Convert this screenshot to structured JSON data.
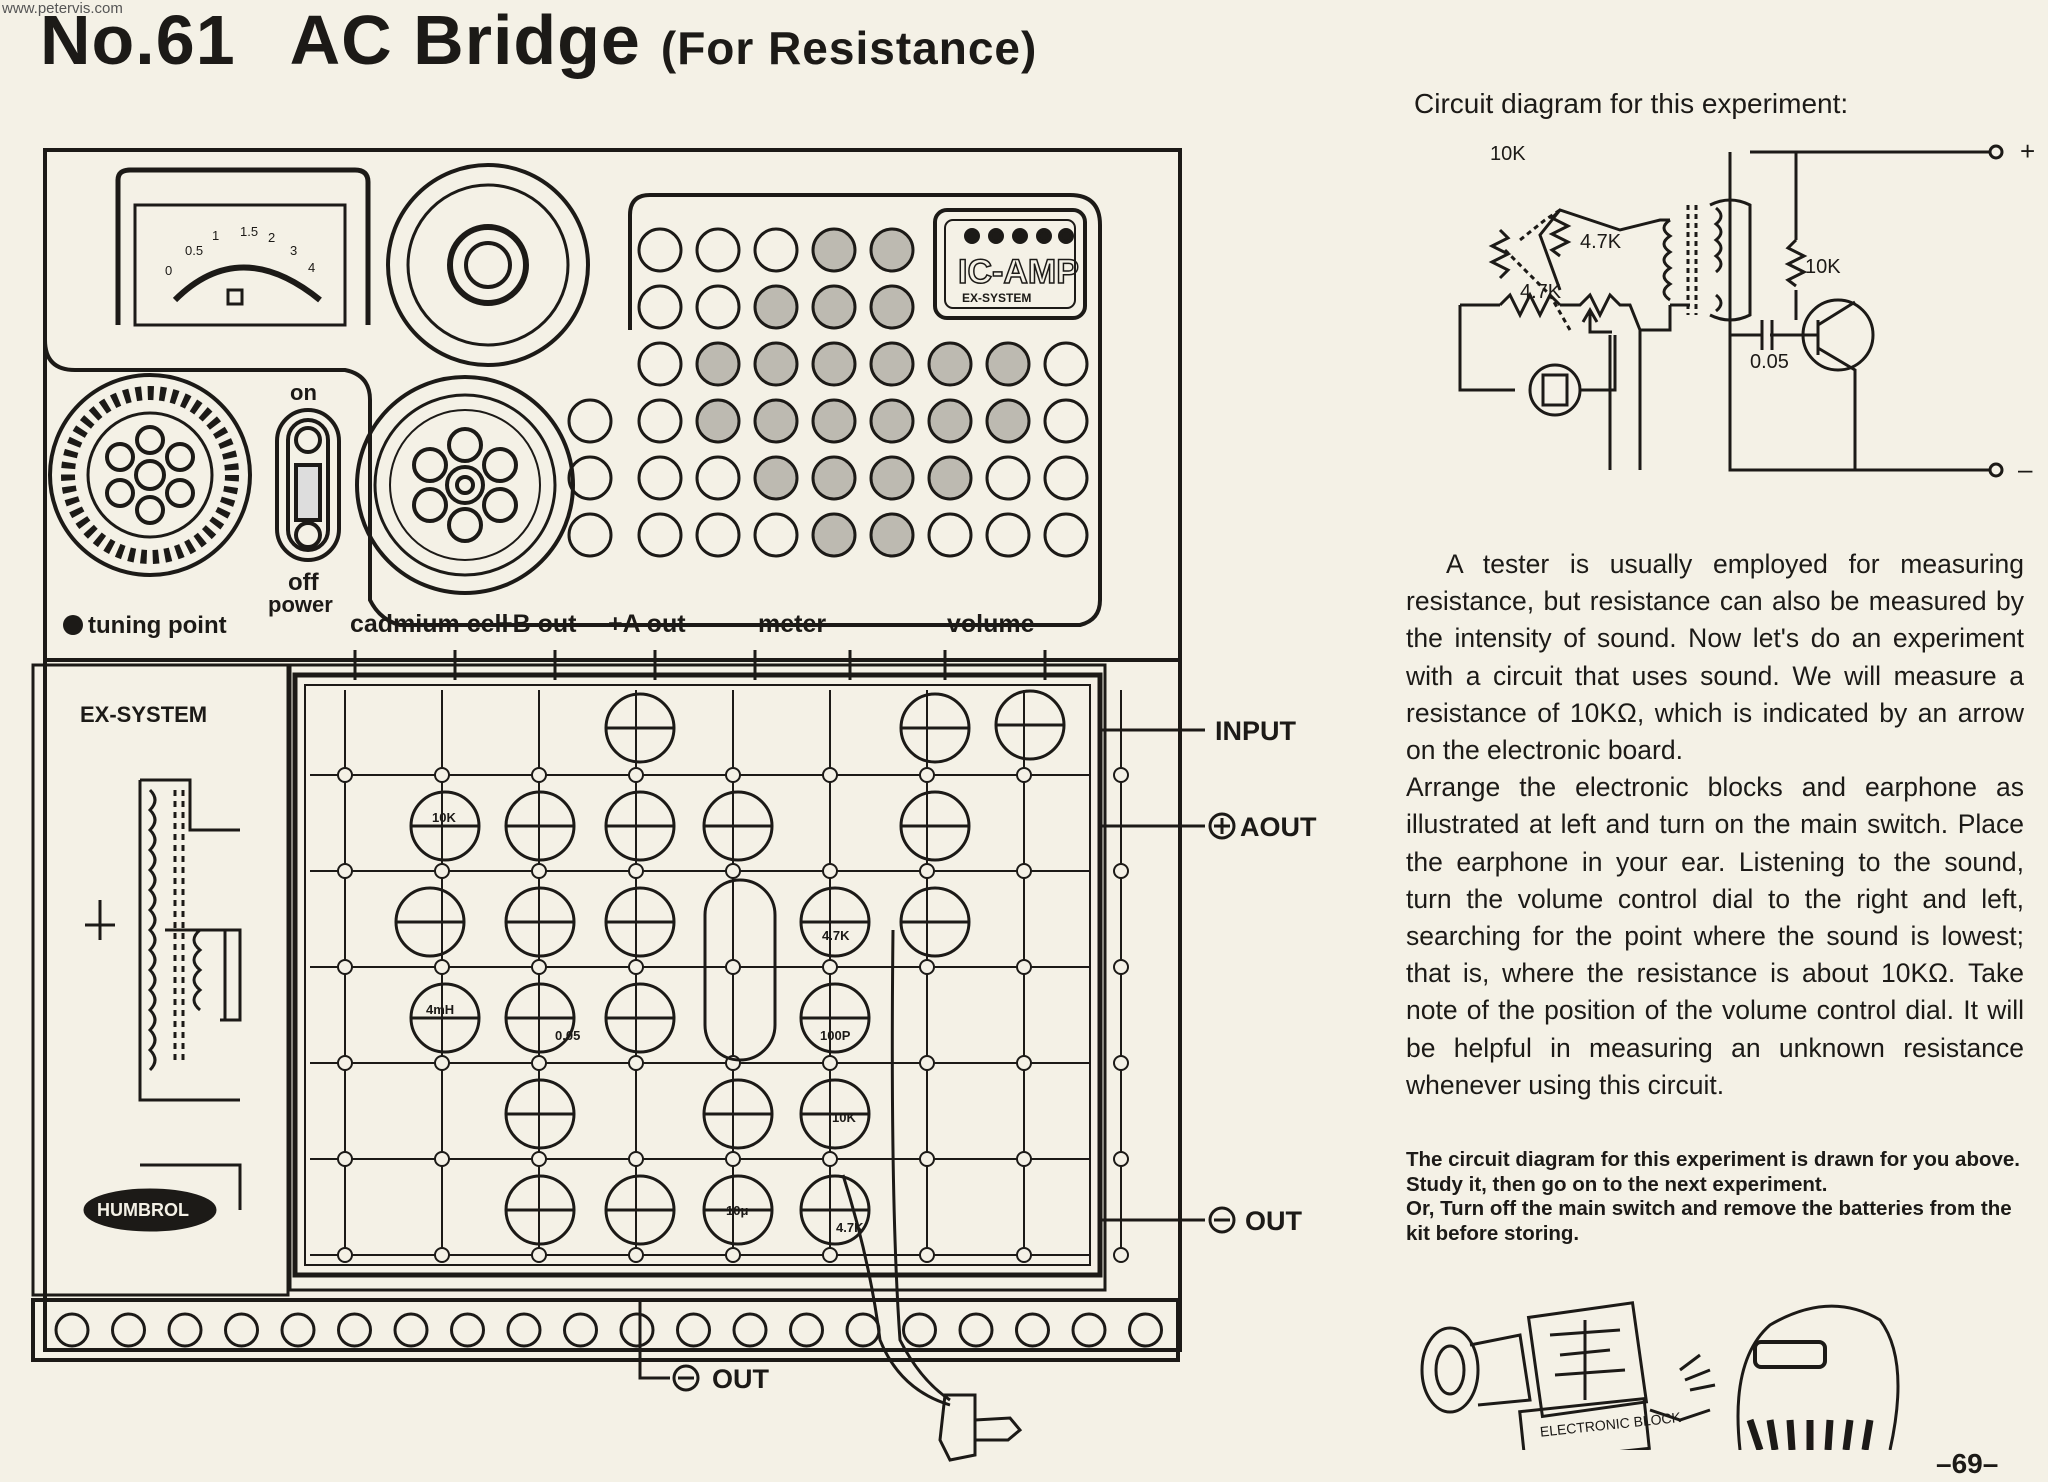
{
  "site_url": "www.petervis.com",
  "title": {
    "number": "No.61",
    "name": "AC Bridge",
    "subtitle": "(For Resistance)"
  },
  "panel": {
    "meter_scale": [
      "0",
      "0.5",
      "1",
      "1.5",
      "2",
      "3",
      "4"
    ],
    "ic_amp_logo": "IC-AMP",
    "ic_amp_sub": "EX-SYSTEM",
    "switch_on": "on",
    "switch_off": "off",
    "switch_power": "power",
    "tuning_point": "tuning point",
    "terminals": [
      "cadmium cell",
      "+B out",
      "+A out",
      "meter",
      "volume"
    ],
    "ex_system": "EX-SYSTEM",
    "humbrol": "HUMBROL",
    "labels": {
      "input": "INPUT",
      "aout": "AOUT",
      "out": "OUT",
      "bottom_out": "OUT"
    }
  },
  "board_components": {
    "r10k": "10K",
    "l4mh": "4mH",
    "c005": "0.05",
    "c100p": "100P",
    "r47k": "4.7K",
    "r10k_b": "10K",
    "c10u": "10μ",
    "r47k_b": "4.7K"
  },
  "circuit": {
    "caption": "Circuit diagram for this experiment:",
    "labels": {
      "r10k": "10K",
      "r47k_a": "4.7K",
      "r47k_b": "4.7K",
      "r10k_c": "10K",
      "c005": "0.05",
      "plus": "+",
      "minus": "–"
    }
  },
  "body": {
    "p1": "A tester is usually employed for measuring resistance, but resistance can also be measured by the intensity of sound. Now let's do an experiment with a circuit that uses sound. We will measure a resistance of 10KΩ, which is indicated by an arrow on the electronic board.",
    "p2": "Arrange the electronic blocks and earphone as illustrated at left and turn on the main switch. Place the earphone in your ear. Listening to the sound, turn the volume control dial to the right and left, searching for the point where the sound is lowest; that is, where the resistance is about 10KΩ. Take note of the position of the volume control dial. It will be helpful in measuring an unknown resistance whenever using this circuit."
  },
  "note": {
    "line1": "The circuit diagram for this experiment is drawn for you above. Study it, then go on to the next experiment.",
    "line2": "Or, Turn off the main switch and remove the batteries from the kit before storing."
  },
  "cartoon": {
    "sign": "ELECTRONIC BLOCK"
  },
  "page_number": "–69–"
}
